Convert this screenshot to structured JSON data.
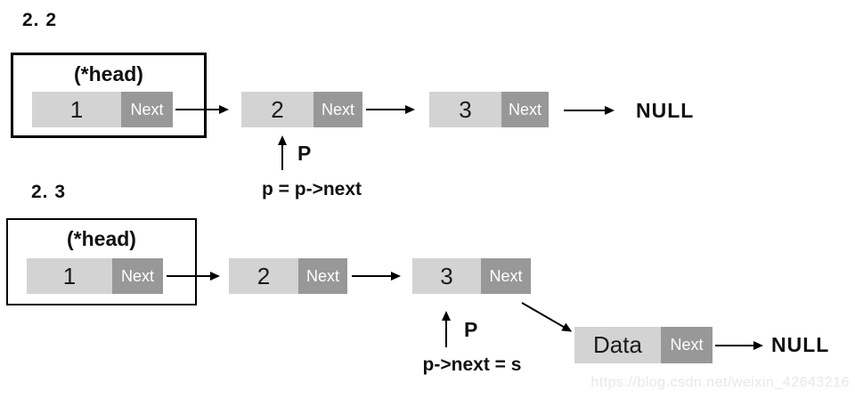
{
  "colors": {
    "cell_light": "#d3d3d3",
    "cell_dark": "#989898",
    "line": "#000000",
    "watermark": "#e8e8e8"
  },
  "watermark": "https://blog.csdn.net/weixin_42643216",
  "diagram1": {
    "label": "2. 2",
    "head_label": "(*head)",
    "nodes": [
      {
        "value": "1",
        "next_label": "Next"
      },
      {
        "value": "2",
        "next_label": "Next"
      },
      {
        "value": "3",
        "next_label": "Next"
      }
    ],
    "null_label": "NULL",
    "pointer_label": "P",
    "operation": "p = p->next"
  },
  "diagram2": {
    "label": "2. 3",
    "head_label": "(*head)",
    "nodes": [
      {
        "value": "1",
        "next_label": "Next"
      },
      {
        "value": "2",
        "next_label": "Next"
      },
      {
        "value": "3",
        "next_label": "Next"
      }
    ],
    "new_node": {
      "value": "Data",
      "next_label": "Next"
    },
    "null_label": "NULL",
    "pointer_label": "P",
    "operation": "p->next = s"
  }
}
